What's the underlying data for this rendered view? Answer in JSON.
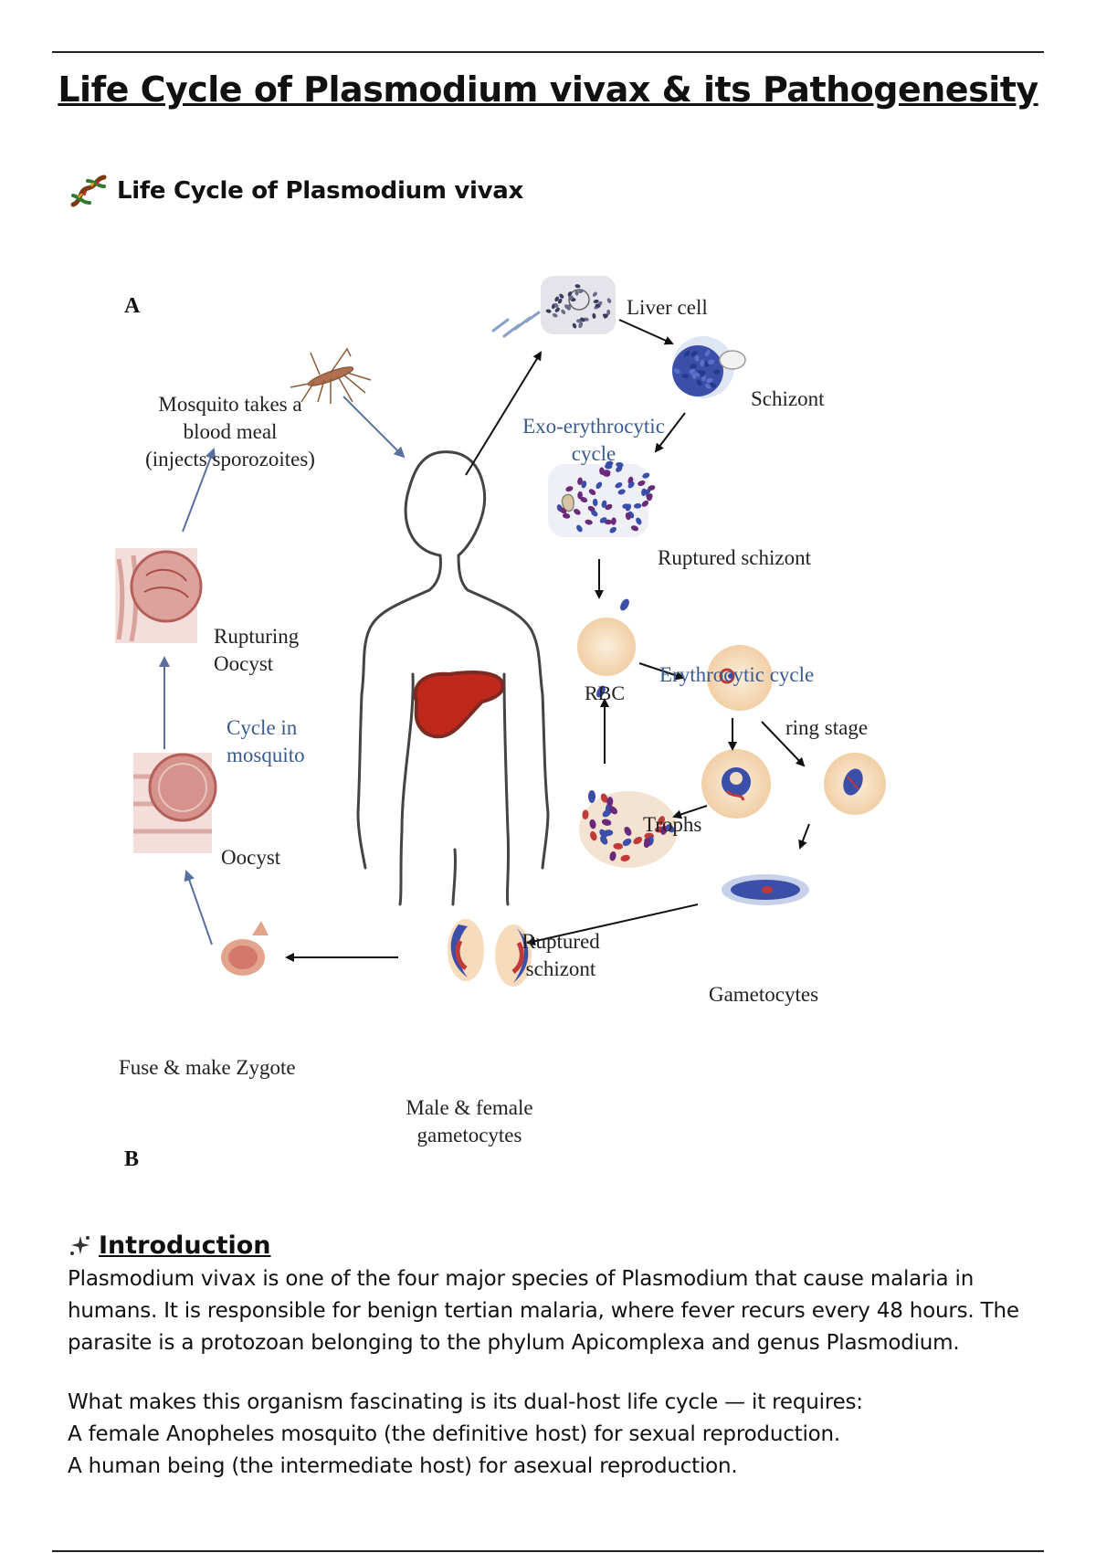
{
  "document": {
    "title": "Life Cycle of Plasmodium vivax & its Pathogenesity",
    "section_heading": "Life Cycle of Plasmodium vivax",
    "section_icon": "dna-icon"
  },
  "figure": {
    "panel_a": "A",
    "panel_b": "B",
    "labels": {
      "liver_cell": "Liver cell",
      "schizont": "Schizont",
      "exo_line1": "Exo-erythrocytic",
      "exo_line2": "cycle",
      "ruptured_schizont_top": "Ruptured schizont",
      "rbc": "RBC",
      "erythrocytic_cycle": "Erythrocytic  cycle",
      "ring_stage": "ring stage",
      "trophs": "Trophs",
      "ruptured_line1": "Ruptured",
      "ruptured_line2": "schizont",
      "gametocytes": "Gametocytes",
      "male_female_line1": "Male & female",
      "male_female_line2": "gametocytes",
      "fuse_zygote": "Fuse &  make Zygote",
      "oocyst": "Oocyst",
      "cycle_mosq_line1": "Cycle in",
      "cycle_mosq_line2": "mosquito",
      "rupturing_line1": "Rupturing",
      "rupturing_line2": "Oocyst",
      "mosquito_line1": "Mosquito takes a",
      "mosquito_line2": "blood meal",
      "mosquito_line3": "(injects sporozoites)"
    },
    "colors": {
      "cycle_label_blue": "#3b5b8f",
      "liver_red": "#c0281c",
      "rbc_cream": "#f6dcbc",
      "parasite_blue": "#3c4fa8",
      "oocyst_pink": "#d98a84"
    }
  },
  "introduction": {
    "heading": "Introduction",
    "icon": "sparkle-icon",
    "p1_lines": [
      "Plasmodium vivax is one of the four major species of Plasmodium that cause malaria in",
      "humans. It is responsible for benign tertian malaria, where fever recurs every 48 hours. The",
      "parasite is a protozoan belonging to the phylum Apicomplexa and genus Plasmodium."
    ],
    "p2_lines": [
      "What makes this organism fascinating is its dual-host life cycle — it requires:",
      "A female Anopheles mosquito (the definitive host) for sexual reproduction.",
      "A human being (the intermediate host) for asexual reproduction."
    ]
  }
}
